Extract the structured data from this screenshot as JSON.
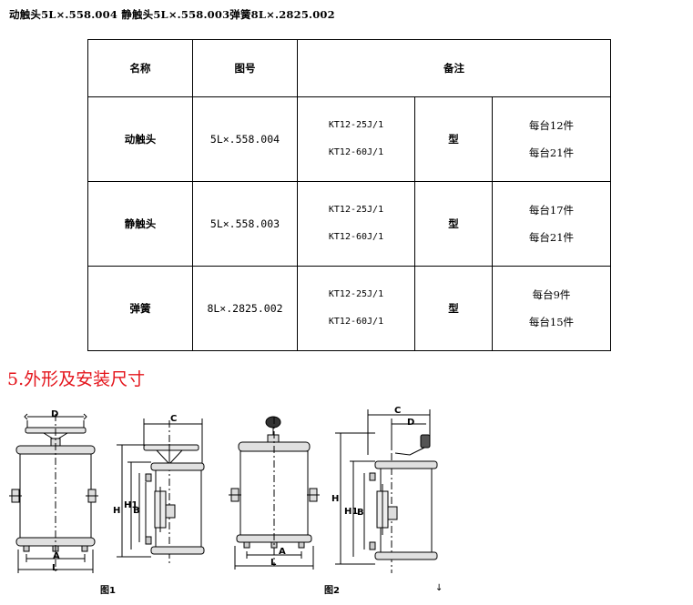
{
  "caption": "动触头5L×.558.004 静触头5L×.558.003弹簧8L×.2825.002",
  "table": {
    "headers": [
      "名称",
      "图号",
      "备注"
    ],
    "rows": [
      {
        "name": "动触头",
        "code": "5L×.558.004",
        "model1": "KT12-25J/1",
        "model2": "KT12-60J/1",
        "type": "型",
        "qty1": "每台12件",
        "qty2": "每台21件"
      },
      {
        "name": "静触头",
        "code": "5L×.558.003",
        "model1": "KT12-25J/1",
        "model2": "KT12-60J/1",
        "type": "型",
        "qty1": "每台17件",
        "qty2": "每台21件"
      },
      {
        "name": "弹簧",
        "code": "8L×.2825.002",
        "model1": "KT12-25J/1",
        "model2": "KT12-60J/1",
        "type": "型",
        "qty1": "每台9件",
        "qty2": "每台15件"
      }
    ]
  },
  "section_title": "5.外形及安装尺寸",
  "dim_labels": {
    "D": "D",
    "C": "C",
    "A": "A",
    "L": "L",
    "H": "H",
    "H1": "H1",
    "B": "B"
  },
  "figures": {
    "fig1": "图1",
    "fig2": "图2",
    "mark": "↓"
  }
}
